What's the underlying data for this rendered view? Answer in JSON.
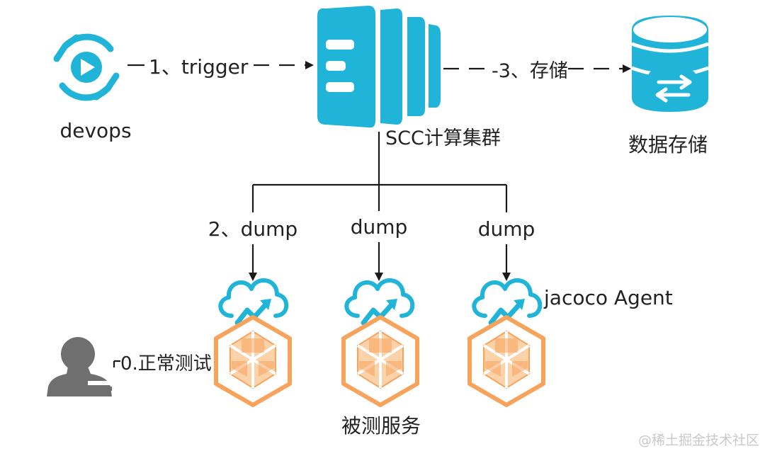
{
  "nodes": {
    "devops": {
      "label": "devops"
    },
    "scc_cluster": {
      "label": "SCC计算集群"
    },
    "data_storage": {
      "label": "数据存储"
    },
    "service_1": {
      "agent_label": ""
    },
    "service_2": {
      "agent_label": ""
    },
    "service_3": {
      "agent_label": "jacoco Agent"
    },
    "user": {
      "label": ""
    },
    "services_group": {
      "label": "被测服务"
    }
  },
  "edges": {
    "trigger": {
      "label": "1、trigger"
    },
    "store": {
      "label": "-3、存储"
    },
    "dump_1": {
      "label": "2、dump"
    },
    "dump_2": {
      "label": "dump"
    },
    "dump_3": {
      "label": "dump"
    },
    "normal_test": {
      "label": "0.正常测试"
    }
  },
  "watermark": {
    "text": "@稀土掘金技术社区"
  },
  "colors": {
    "cyan": "#1fb4d8",
    "orange": "#f7a35c",
    "orange_light": "#fcd2a8",
    "grey": "#6f6f6f",
    "line": "#1a1a1a"
  },
  "icons": {
    "devops": "refresh-play-icon",
    "scc_cluster": "server-cluster-icon",
    "data_storage": "database-sync-icon",
    "agent": "cloud-upload-icon",
    "service": "hexagon-cubes-icon",
    "user": "person-icon"
  }
}
